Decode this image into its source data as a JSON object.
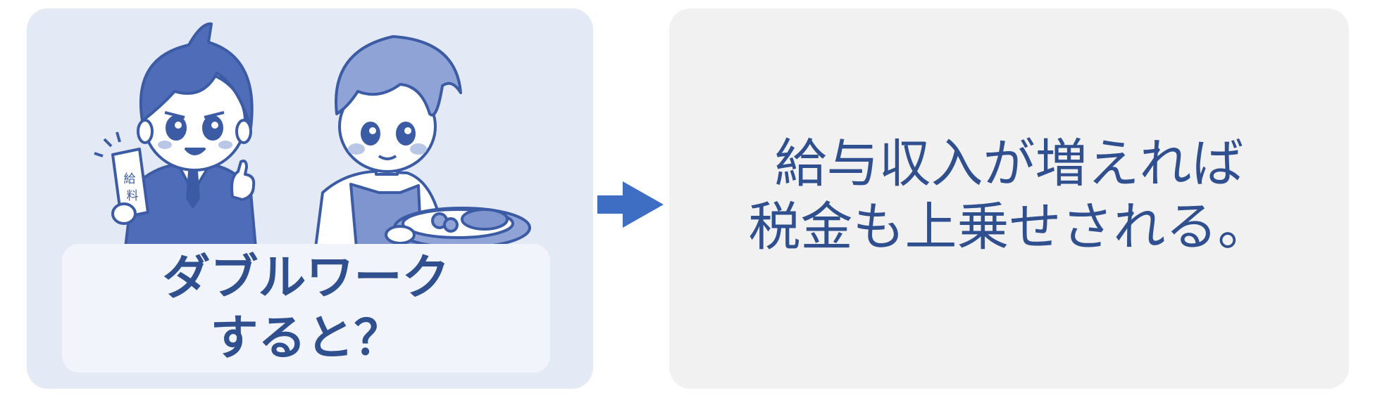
{
  "left_panel": {
    "caption": [
      "ダブルワーク",
      "すると？"
    ],
    "envelope_text": [
      "給",
      "料"
    ]
  },
  "right_panel": {
    "message": [
      "給与収入が増えれば",
      "税金も上乗せされる。"
    ]
  },
  "colors": {
    "left_panel_bg": "#e4e9f6",
    "right_panel_bg": "#f1f1f2",
    "caption_bg": "#f1f4fb",
    "text": "#2f4f8f",
    "arrow": "#3d6ec4"
  },
  "icons": [
    "businessman-illustration",
    "waiter-illustration",
    "arrow-right-icon"
  ]
}
